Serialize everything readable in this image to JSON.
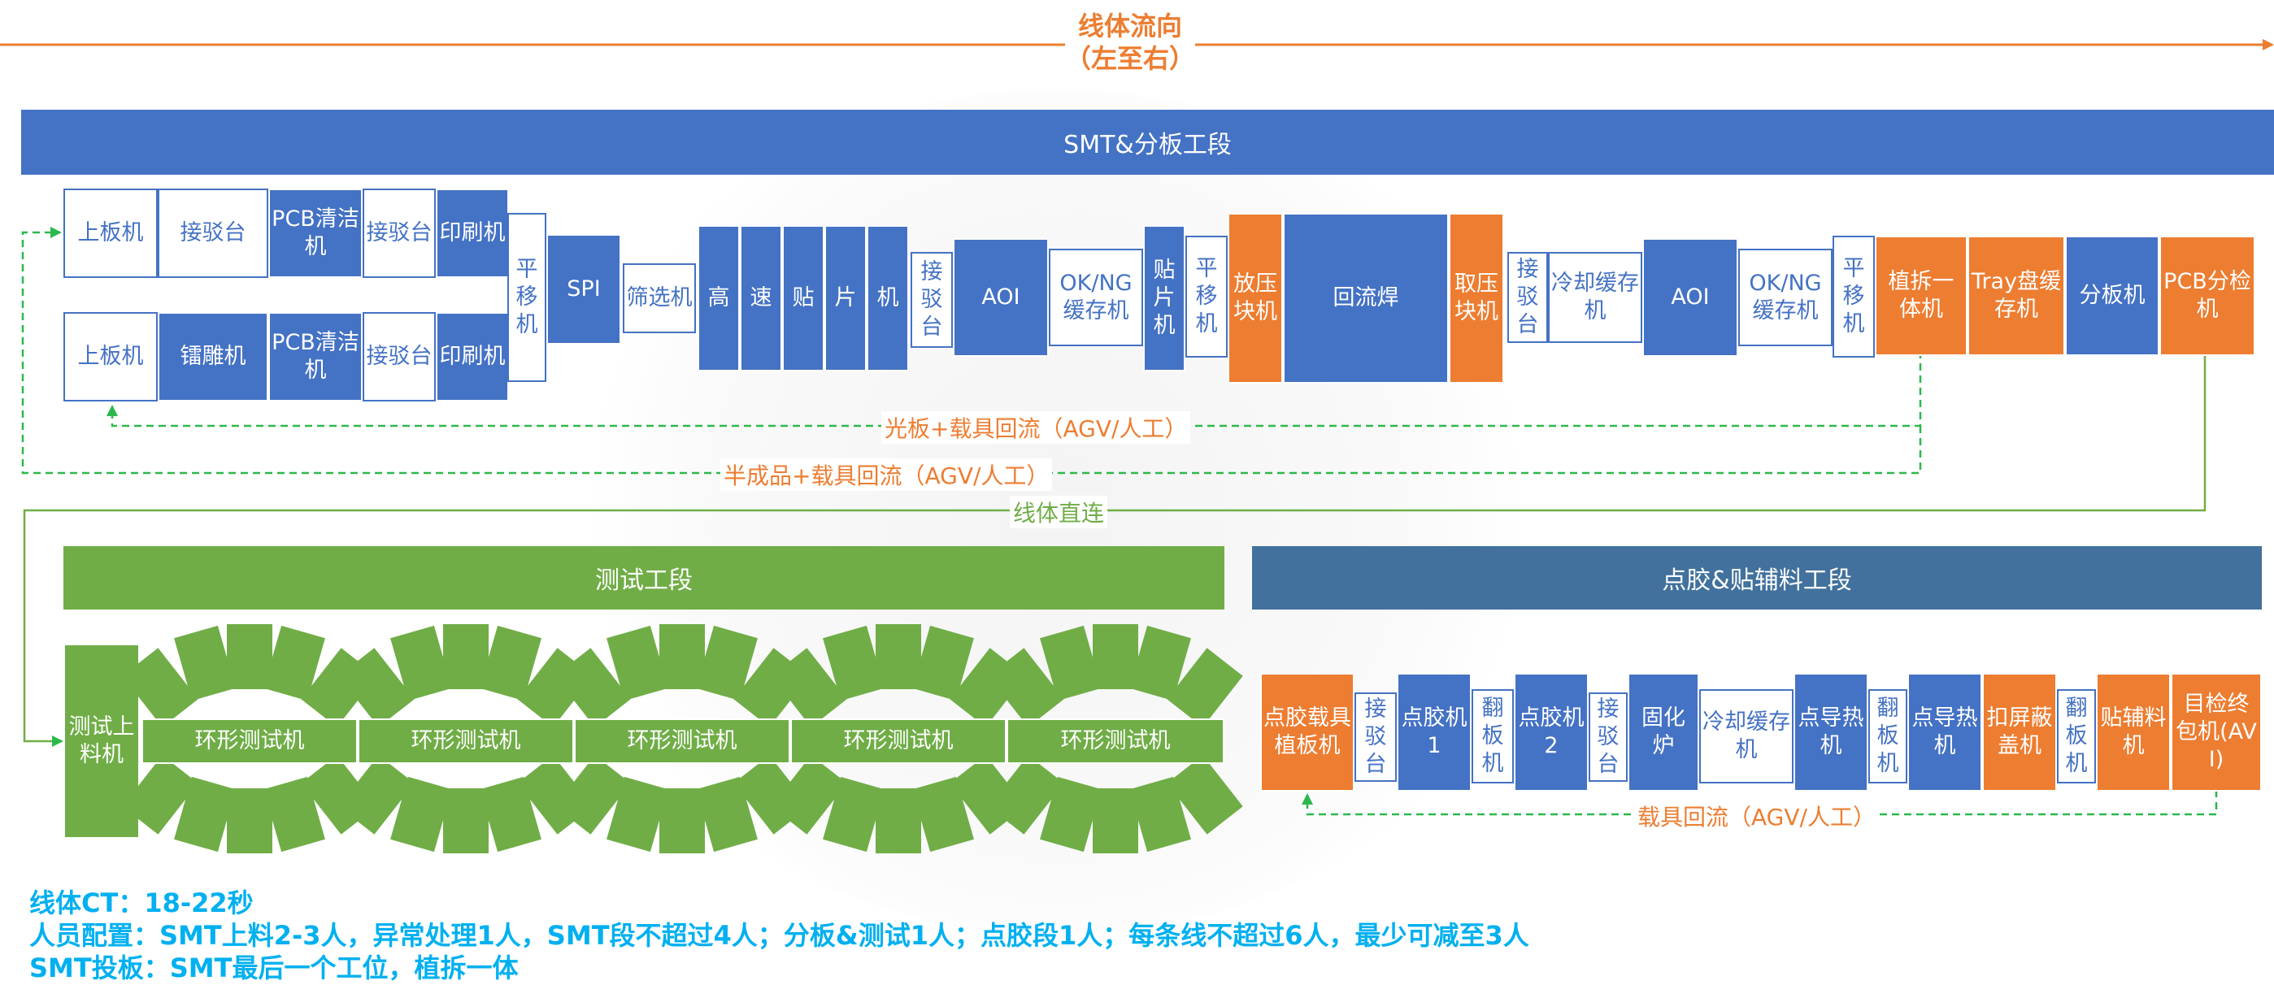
{
  "header": {
    "line1": "线体流向",
    "line2": "（左至右）",
    "accent": "#ED7D31"
  },
  "colors": {
    "blue": "#4472C4",
    "orange": "#ED7D31",
    "green": "#70AD47",
    "steel": "#41719C",
    "info": "#00B0F0"
  },
  "sections": {
    "smt": "SMT&分板工段",
    "test": "测试工段",
    "dispense": "点胶&贴辅料工段"
  },
  "smt_row_top": [
    "上板机",
    "接驳台",
    "PCB清洁机",
    "接驳台",
    "印刷机"
  ],
  "smt_row_bottom": [
    "上板机",
    "镭雕机",
    "PCB清洁机",
    "接驳台",
    "印刷机"
  ],
  "smt_main": {
    "shift": "平移机",
    "spi": "SPI",
    "sort": "筛选机",
    "highspeed": [
      "高",
      "速",
      "贴",
      "片",
      "机"
    ],
    "connect1": "接驳台",
    "aoi1": "AOI",
    "okng1": "OK/NG缓存机",
    "mounter": "贴片机",
    "shift2": "平移机",
    "place_press": "放压块机",
    "reflow": "回流焊",
    "take_press": "取压块机",
    "connect2": "接驳台",
    "cooling": "冷却缓存机",
    "aoi2": "AOI",
    "okng2": "OK/NG缓存机",
    "shift3": "平移机",
    "plant_remove": "植拆一体机",
    "tray": "Tray盘缓存机",
    "split": "分板机",
    "pcb_check": "PCB分检机"
  },
  "flows": {
    "bare_board": "光板+载具回流（AGV/人工）",
    "semi": "半成品+载具回流（AGV/人工）",
    "direct": "线体直连",
    "carrier": "载具回流（AGV/人工）"
  },
  "test": {
    "loader": "测试上料机",
    "rings": [
      "环形测试机",
      "环形测试机",
      "环形测试机",
      "环形测试机",
      "环形测试机"
    ]
  },
  "dispense_boxes": [
    "点胶载具植板机",
    "接驳台",
    "点胶机1",
    "翻板机",
    "点胶机2",
    "接驳台",
    "固化炉",
    "冷却缓存机",
    "点导热机",
    "翻板机",
    "点导热机",
    "扣屏蔽盖机",
    "翻板机",
    "贴辅料机",
    "目检终包机(AVI)"
  ],
  "info": [
    "线体CT：18-22秒",
    "人员配置：SMT上料2-3人，异常处理1人，SMT段不超过4人；分板&测试1人；点胶段1人；每条线不超过6人，最少可减至3人",
    "SMT投板：SMT最后一个工位，植拆一体"
  ]
}
